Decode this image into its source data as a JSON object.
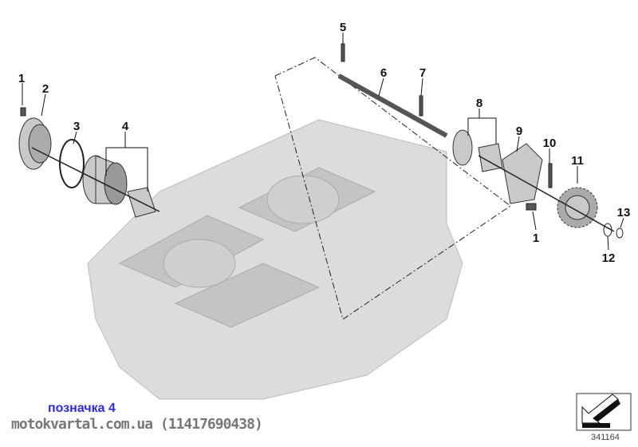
{
  "callouts": {
    "c1a": "1",
    "c2": "2",
    "c3": "3",
    "c4": "4",
    "c5": "5",
    "c6": "6",
    "c7": "7",
    "c8": "8",
    "c9": "9",
    "c10": "10",
    "c11": "11",
    "c12": "12",
    "c13": "13",
    "c1b": "1"
  },
  "footer": {
    "label": "позначка 4",
    "site": "motokvartal.com.ua (11417690438)",
    "diagram_number": "341164"
  },
  "icons": {
    "view_direction": "arrow-down-left-icon"
  }
}
